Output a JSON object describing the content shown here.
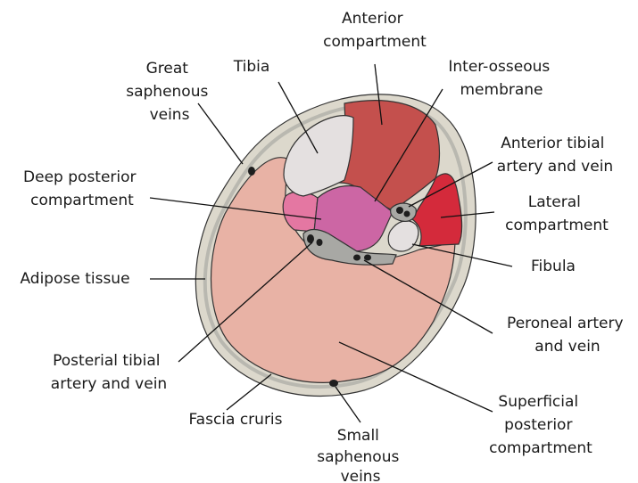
{
  "labels": {
    "anterior_compartment": [
      "Anterior",
      "compartment"
    ],
    "tibia": [
      "Tibia"
    ],
    "great_saphenous": [
      "Great",
      "saphenous",
      "veins"
    ],
    "interosseous": [
      "Inter-osseous",
      "membrane"
    ],
    "anterior_tibial": [
      "Anterior tibial",
      "artery and vein"
    ],
    "deep_posterior": [
      "Deep posterior",
      "compartment"
    ],
    "lateral": [
      "Lateral",
      "compartment"
    ],
    "adipose": [
      "Adipose tissue"
    ],
    "fibula": [
      "Fibula"
    ],
    "peroneal": [
      "Peroneal artery",
      "and vein"
    ],
    "posterior_tibial": [
      "Posterial tibial",
      "artery and vein"
    ],
    "superficial_posterior": [
      "Superficial",
      "posterior",
      "compartment"
    ],
    "fascia": [
      "Fascia cruris"
    ],
    "small_saphenous": [
      "Small",
      "saphenous",
      "veins"
    ]
  },
  "colors": {
    "skin_ring": "#dcd8cc",
    "fascia": "#b9b8b0",
    "superficial_posterior": "#e8b2a5",
    "anterior": "#c4504d",
    "lateral": "#d42a3b",
    "deep_posterior": "#cc66a4",
    "deep_posterior_light": "#e477a2",
    "bone": "#e4e0e0",
    "vessel_sheath": "#a8a8a4",
    "vessel": "#1e1e1e"
  }
}
